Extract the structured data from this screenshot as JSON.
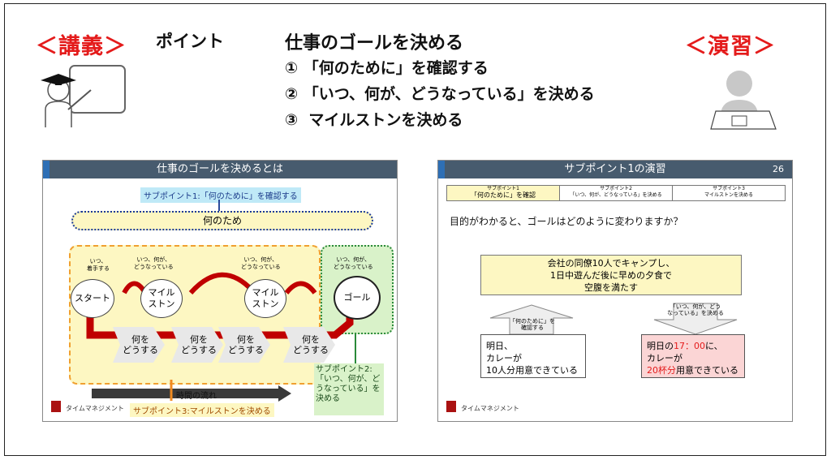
{
  "header": {
    "lecture_tag": "＜講義＞",
    "point_label": "ポイント",
    "exercise_tag": "＜演習＞",
    "title": "仕事のゴールを決める",
    "items": [
      {
        "num": "①",
        "text": "「何のために」を確認する"
      },
      {
        "num": "②",
        "text": "「いつ、何が、どうなっている」を決める"
      },
      {
        "num": "③",
        "text": "マイルストンを決める"
      }
    ]
  },
  "left_slide": {
    "title": "仕事のゴールを決めるとは",
    "subpoint1": "サブポイント1:「何のために」を確認する",
    "purpose": "何のため",
    "labels": {
      "start_top": "いつ、\n着手する",
      "ms1_top": "いつ、何が、\nどうなっている",
      "ms2_top": "いつ、何が、\nどうなっている",
      "goal_top": "いつ、何が、\nどうなっている"
    },
    "nodes": {
      "start": "スタート",
      "ms1": "マイル\nストン",
      "ms2": "マイル\nストン",
      "goal": "ゴール"
    },
    "chevron": "何を\nどうする",
    "timeline": "時間の流れ",
    "subpoint2": "サブポイント2:\n「いつ、何が、ど\nうなっている」を\n決める",
    "subpoint3": "サブポイント3:マイルストンを決める",
    "footer": "タイムマネジメント"
  },
  "right_slide": {
    "title": "サブポイント1の演習",
    "page": "26",
    "tabs": [
      {
        "top": "サブポイント1",
        "bottom": "「何のために」を確認"
      },
      {
        "top": "サブポイント2",
        "bottom": "「いつ、何が、どうなっている」を決める"
      },
      {
        "top": "サブポイント3",
        "bottom": "マイルストンを決める"
      }
    ],
    "question": "目的がわかると、ゴールはどのように変わりますか？",
    "purpose_box": "会社の同僚10人でキャンプし、\n1日中遊んだ後に早めの夕食で\n空腹を満たす",
    "left_arrow": "「何のために」を\n確認する",
    "right_arrow": "「いつ、何が、どう\nなっている」を決める",
    "before": {
      "l1": "明日、",
      "l2": "カレーが",
      "l3": "10人分用意できている"
    },
    "after": {
      "l1a": "明日の",
      "l1b": "17：00",
      "l1c": "に、",
      "l2": "カレーが",
      "l3a": "20杯分",
      "l3b": "用意できている"
    },
    "footer": "タイムマネジメント",
    "colors": {
      "highlight_red": "#e41b1b",
      "after_bg": "#fbd5d5",
      "yellow_bg": "#fdf7c2"
    }
  }
}
